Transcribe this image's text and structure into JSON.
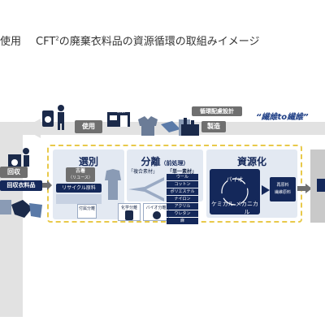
{
  "title": {
    "prefix": "使用",
    "main": "CFT",
    "sup": "2",
    "rest": "の廃棄衣料品の資源循環の取組みイメージ"
  },
  "flow": {
    "use_label": "使用",
    "manufacture_label": "製造",
    "design_label": "循環配慮設計",
    "slogan": "“繊維to繊維”",
    "collect_label": "回収",
    "collected_label": "回収衣料品",
    "factory_sign": "SHOP"
  },
  "sorting": {
    "heading": "選別",
    "used_clothes": "古着",
    "reuse": "（リユース）",
    "recycle_material": "リサイクル原料",
    "metal_label": "付属分離",
    "chemical_label": "化学分離",
    "bio_label": "バイオ分離"
  },
  "separation": {
    "heading": "分離",
    "heading_sub": "（前処理）",
    "composite": "「複合素材」",
    "single": "「単一素材」",
    "materials": [
      "ウール",
      "コットン",
      "ポリエステル",
      "ナイロン",
      "アクリル",
      "ウレタン",
      "麻"
    ]
  },
  "recycling": {
    "heading": "資源化",
    "bio": "バイオ",
    "chemical": "ケミカル",
    "mechanical": "メカニカル",
    "output_line1": "再原料",
    "output_line2": "繊維原料"
  },
  "colors": {
    "navy": "#14285a",
    "gray": "#6f6f6f",
    "stage_bg": "#e3e9f2",
    "highlight_border": "#e8c94a",
    "slogan": "#1f3f86"
  }
}
